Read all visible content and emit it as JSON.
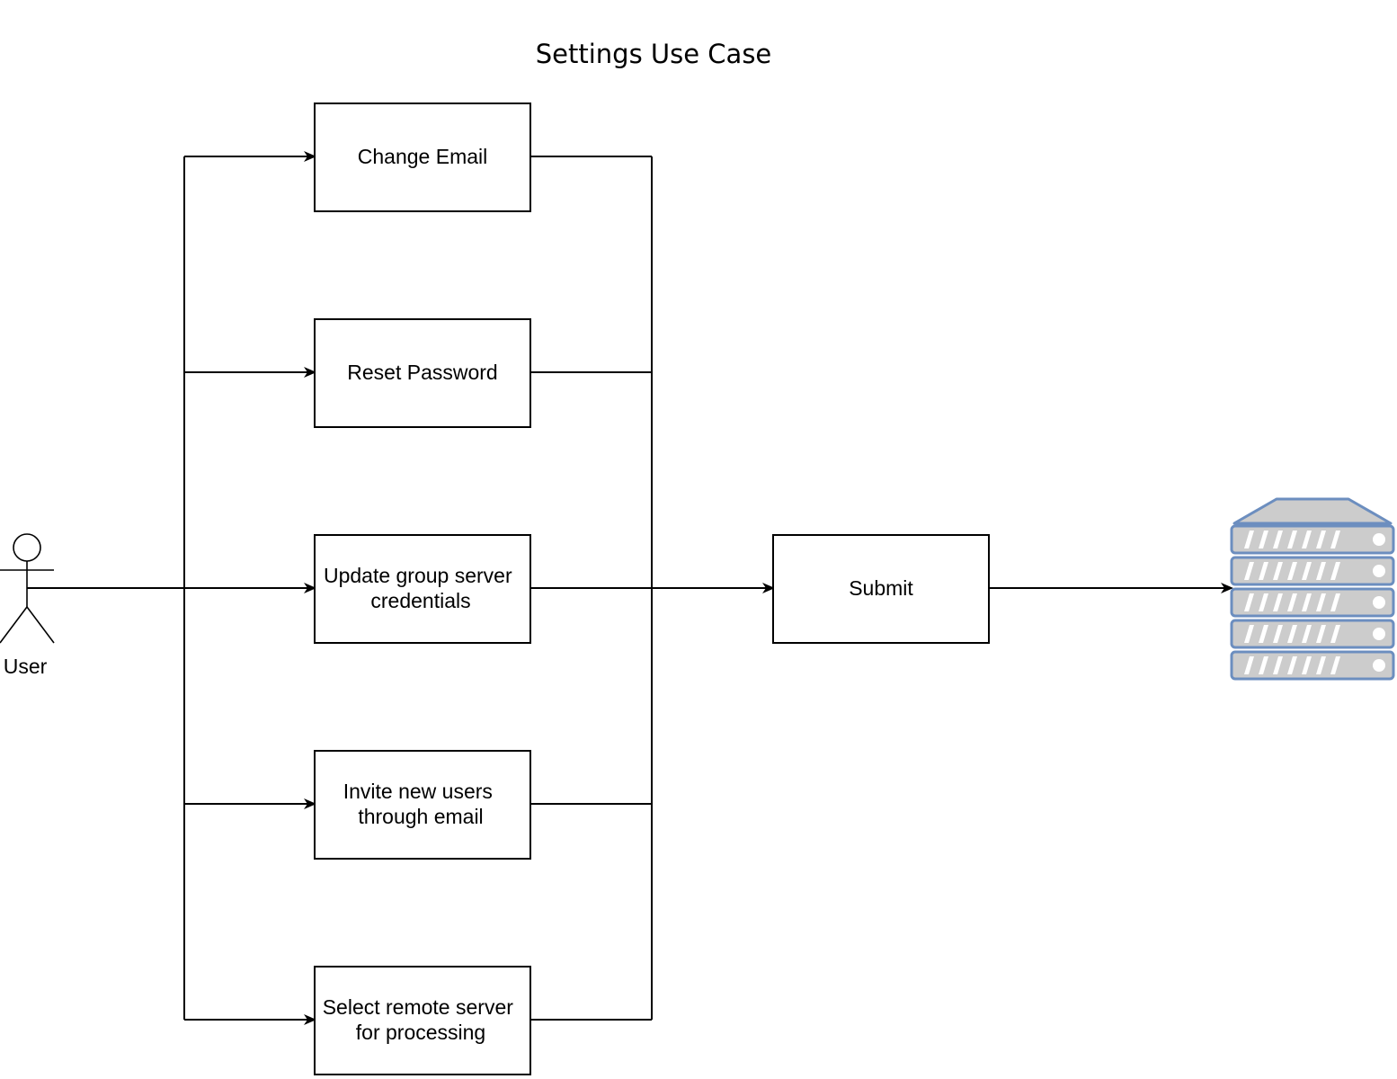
{
  "title": "Settings Use Case",
  "actor": {
    "label": "User"
  },
  "use_cases": [
    {
      "lines": [
        "Change Email"
      ]
    },
    {
      "lines": [
        "Reset Password"
      ]
    },
    {
      "lines": [
        "Update group server",
        "credentials"
      ]
    },
    {
      "lines": [
        "Invite new users",
        "through email"
      ]
    },
    {
      "lines": [
        "Select remote server",
        "for processing"
      ]
    }
  ],
  "submit": {
    "label": "Submit"
  },
  "server": {
    "icon": "server-rack-icon",
    "colors": {
      "stroke": "#6c8ebf",
      "fill": "#cccccc",
      "light": "#ffffff"
    }
  }
}
